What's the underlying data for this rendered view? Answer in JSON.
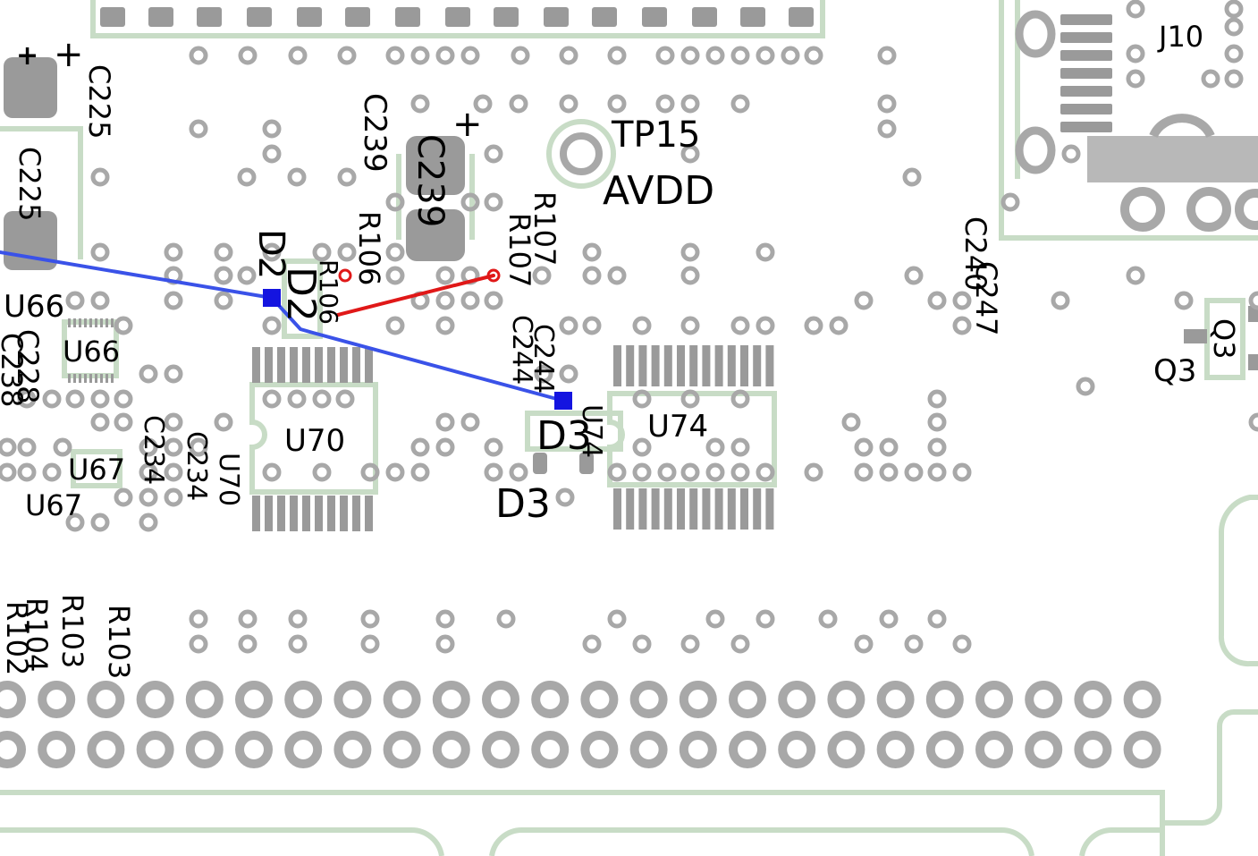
{
  "colors": {
    "background": "#ffffff",
    "silkscreen": "#c8dcc6",
    "pad_gray": "#9a9a9a",
    "via_gray": "#a8a8a8",
    "text": "#000000",
    "trace_blue": "#3a52e8",
    "trace_red": "#e01818",
    "via_blue": "#1414e0"
  },
  "labels": {
    "j10": "J10",
    "tp15": "TP15",
    "avdd": "AVDD",
    "c225_a": "C225",
    "c225_b": "C225",
    "c239_a": "C239",
    "c239_b": "C239",
    "r106_a": "R106",
    "r106_b": "R106",
    "r107_a": "R107",
    "r107_b": "R107",
    "d2_a": "D2",
    "d2_b": "D2",
    "u66_a": "U66",
    "u66_b": "U66",
    "c228": "C228",
    "c238": "C238",
    "u67_a": "U67",
    "u67_b": "U67",
    "c234_a": "C234",
    "c234_b": "C234",
    "u70_a": "U70",
    "u70_b": "U70",
    "c244_a": "C244",
    "c244_b": "C244",
    "d3_a": "D3",
    "d3_b": "D3",
    "u74_a": "U74",
    "u74_b": "U74",
    "c240": "C240",
    "c247": "C247",
    "q3_a": "Q3",
    "q3_b": "Q3",
    "r102": "R102",
    "r103_a": "R103",
    "r103_b": "R103",
    "r104": "R104",
    "plus_sign": "+"
  }
}
